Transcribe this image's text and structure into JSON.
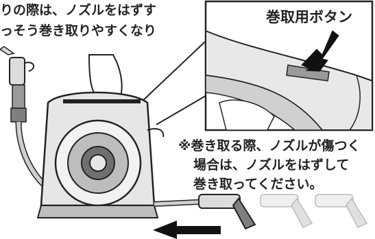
{
  "instruction": {
    "line1": "りの際は、ノズルをはずす",
    "line2": "っそう巻き取りやすくなり"
  },
  "callout": {
    "label": "巻取用ボタン"
  },
  "note": {
    "line1": "※巻き取る際、ノズルが傷つく",
    "line2": "場合は、ノズルをはずして",
    "line3": "巻き取ってください。"
  },
  "colors": {
    "ink": "#222222",
    "reel_body": "#e6e6e6",
    "reel_shadow": "#bdbdbd",
    "button_highlight": "#9a9a9a",
    "hose": "#cfcfcf",
    "arrow": "#111111"
  }
}
